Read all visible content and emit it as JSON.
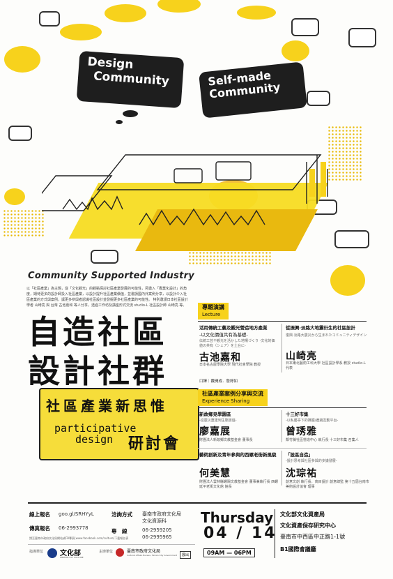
{
  "top": {
    "bubble1": [
      "Design",
      "Community"
    ],
    "bubble2": [
      "Self-made",
      "Community"
    ]
  },
  "csi": "Community Supported Industry",
  "intro": "以「社區產業」為主題，從「文化觀光」的觀點探討社區產業發展的可能性，另邀入「專業化設計」的角度，期待更多的設計師投入社區產業，以設計提升社區產業價值，並邀請國內外案例分享，以設計介入社區產業的方式與案例，讓更多參與者認識社區設計並發掘更多社區產業的可能性。 特別邀請日本社區設計學者 山崎亮 與 台灣 古池嘉和 等人分享，透過工作坊及講座形式交流 studio-L 社區設計師 山崎亮 等。",
  "title": {
    "line1": "自造社區",
    "line2": "設計社群",
    "sub1": "社區產業新思惟",
    "sub2a": "participative",
    "sub2b": "design",
    "sub3": "研討會"
  },
  "lecture": {
    "tag": "專題演講",
    "tag_en": "Lecture",
    "talk1_title": "活用傳統工藝及觀光營造地方產業",
    "talk1_sub": "-以文化價值共有為基礎-",
    "talk1_jp": "伝統工芸や観光を活かした地場づくり -文化的価値の共有（シェア）を土台に-",
    "speaker1": "古池嘉和",
    "speaker1_info": "日本名古屋學院大學 現代社會學院 教授",
    "talk2_title": "從振興·淡路大地震衍生的社區設計",
    "talk2_jp": "復興·淡路大震災から生まれたコミュニティデザイン",
    "speaker2": "山崎亮",
    "speaker2_info": "日本東北藝術工科大學 社區設計學系 教授 studio-L 代表",
    "interp": "口譯｜戴開成．詹婷如"
  },
  "sharing": {
    "tag": "社區產業案例分享與交流",
    "tag_en": "Experience Sharing",
    "c1_title": "新故鄉見學園區",
    "c1_sub": "-從震災重建到生態旅遊-",
    "c1_name": "廖嘉展",
    "c1_info": "財團法人新故鄉文教基金會 董事長",
    "c2_title": "十三好市集",
    "c2_sub": "-以私藝亭下的媒體/產銷互動平台-",
    "c2_name": "曾琇雅",
    "c2_info": "鄰竹縣社區營造中心 執行長 十三好市集 召集人",
    "c3_title": "藝術創新及青年參與的西螺老街新風貌",
    "c3_name": "何美慧",
    "c3_info": "財團法人雲林縣螺陽文教基金會 董事兼執行長 西螺延平老街文化館 館長",
    "c4_title": "「設區自造」",
    "c4_sub": "-設計思考與社區參與的多議發展-",
    "c4_name": "沈琮祐",
    "c4_info": "創意文創 執行長．高目設計 創意總監 第十五屆台南市美術設計協會 理事"
  },
  "bottom": {
    "reg_label": "線上報名",
    "reg_value": "goo.gl/SRHYyL",
    "fax_label": "傳真報名",
    "fax_value": "06-2993778",
    "note": "請至臺南市政府文化局網站或FB專頁(www.facebook.com/culture)下載報名表",
    "contact_label": "洽詢方式",
    "contact_value1": "臺南市政府文化局",
    "contact_value2": "文化資源科",
    "phone_label": "專　線",
    "phone1": "06-2959205",
    "phone2": "06-2995965",
    "day": "Thursday",
    "date": "04 / 14",
    "time_start": "09AM",
    "time_end": "06PM",
    "org1": "文化部文化資產局",
    "org2": "文化資產保存研究中心",
    "org3": "臺南市中西區中正路1-1號",
    "org4": "B1國際會議廳",
    "host_label": "指導單位",
    "host_logo": "文化部",
    "host_logo_en": "MINISTRY OF CULTURE",
    "organizer_label": "主辦單位",
    "organizer_logo": "臺南市政府文化局",
    "organizer_logo_en": "Cultural Affairs Bureau, Tainan City Government",
    "stamp": "展出"
  },
  "colors": {
    "yellow": "#f7d21c",
    "dark": "#1e1e1e"
  }
}
